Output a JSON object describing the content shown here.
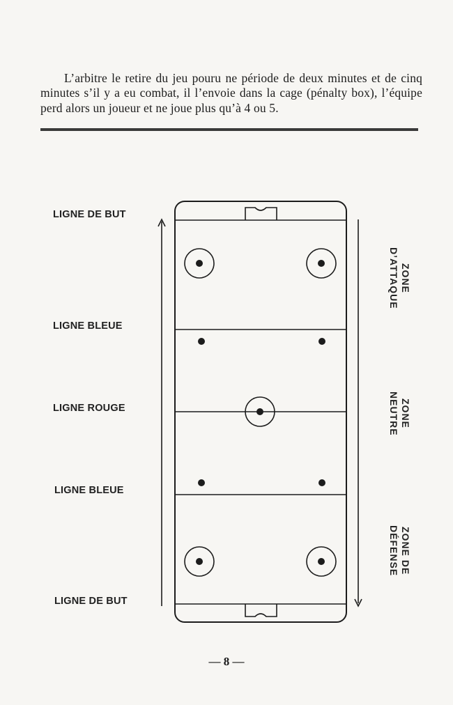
{
  "paragraph": "L’arbitre le retire du jeu pouru ne période de deux minutes et de cinq minutes s’il y a eu combat, il l’envoie dans la cage (pénalty box), l’équipe perd alors un joueur et ne joue plus qu’à 4 ou 5.",
  "labels": {
    "goal_top": "LIGNE DE BUT",
    "blue_top": "LIGNE BLEUE",
    "red": "LIGNE ROUGE",
    "blue_bottom": "LIGNE BLEUE",
    "goal_bottom": "LIGNE DE BUT"
  },
  "zones": {
    "attack": [
      "ZONE",
      "D’ATTAQUE"
    ],
    "neutral": [
      "ZONE",
      "NEUTRE"
    ],
    "defense": [
      "ZONE DE",
      "DÉFENSE"
    ]
  },
  "page_number": "— 8 —",
  "colors": {
    "ink": "#1c1c1c",
    "paper": "#f7f6f3"
  }
}
